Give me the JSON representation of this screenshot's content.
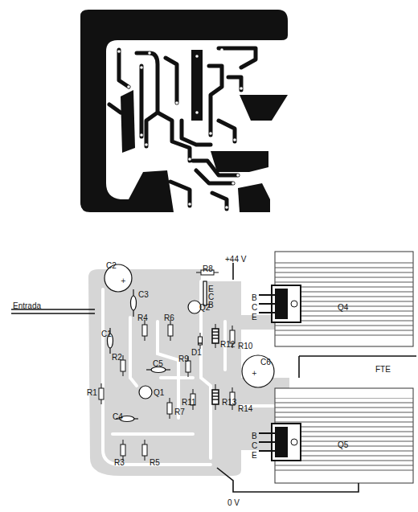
{
  "diagram": {
    "labels": [
      "+44 V",
      "Entrada",
      "C2",
      "C3",
      "R8",
      "E",
      "C",
      "B",
      "B",
      "C",
      "E",
      "Q4",
      "R4",
      "R6",
      "Q2",
      "R12",
      "D1",
      "R10",
      "C1",
      "R2",
      "C5",
      "R9",
      "C6",
      "FTE",
      "R1",
      "Q1",
      "R11",
      "R13",
      "R14",
      "C4",
      "R7",
      "R3",
      "R5",
      "B",
      "C",
      "E",
      "Q5",
      "0 V"
    ]
  }
}
